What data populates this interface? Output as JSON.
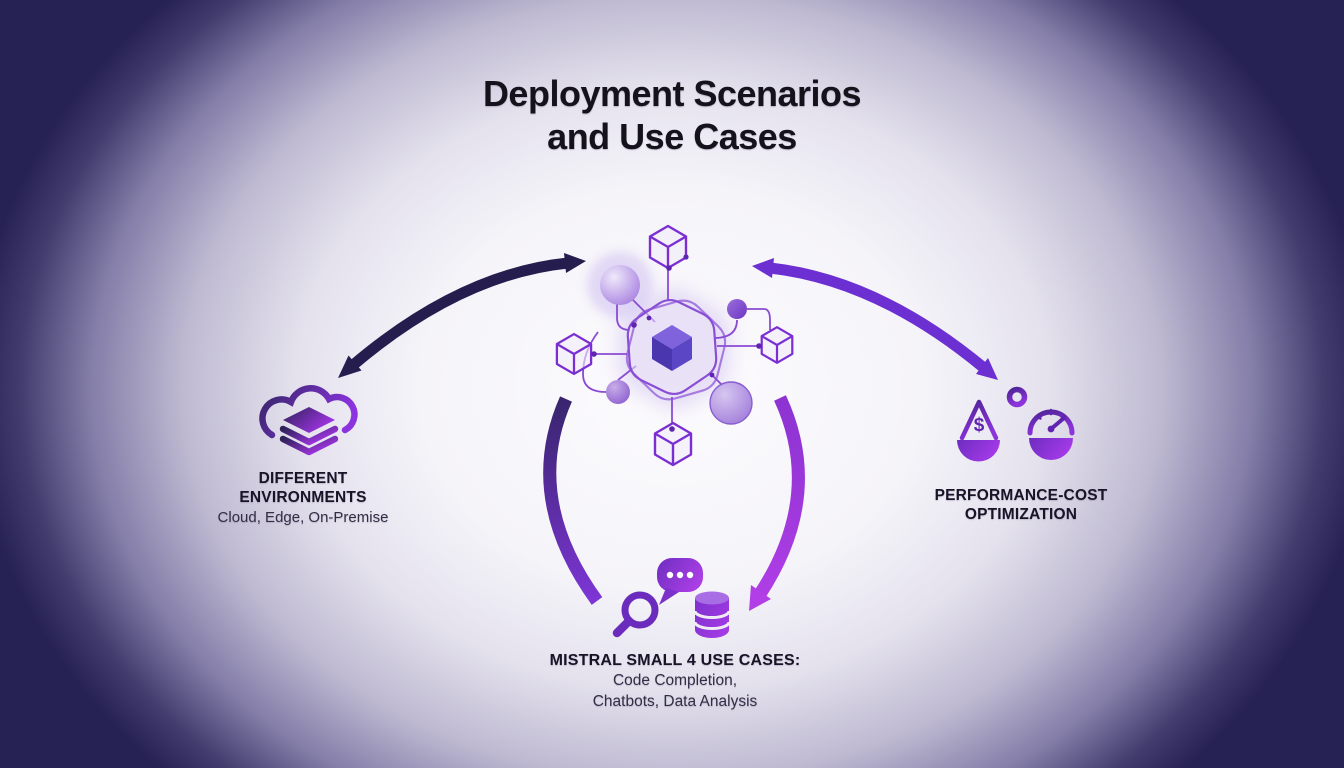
{
  "title": {
    "line1": "Deployment Scenarios",
    "line2": "and Use Cases"
  },
  "center_illustration": {
    "icon": "model-network-icon"
  },
  "nodes": {
    "environments": {
      "icon": "cloud-layers-icon",
      "heading_line1": "DIFFERENT",
      "heading_line2": "ENVIRONMENTS",
      "subtitle": "Cloud, Edge, On-Premise"
    },
    "optimization": {
      "icon": "scale-balance-icon",
      "currency_symbol": "$",
      "heading_line1": "PERFORMANCE-COST",
      "heading_line2": "OPTIMIZATION"
    },
    "use_cases": {
      "icons": [
        "magnifier-icon",
        "chat-bubble-icon",
        "database-icon"
      ],
      "heading": "MISTRAL SMALL 4 USE CASES:",
      "subtitle_line1": "Code Completion,",
      "subtitle_line2": "Chatbots, Data Analysis"
    }
  },
  "colors": {
    "background_corner": "#272254",
    "background_center": "#fcfbfd",
    "arrow_dark": "#261d4f",
    "arrow_violet": "#6b2fd2",
    "arc_left_gradient": [
      "#38256e",
      "#7e35d6"
    ],
    "arc_right_gradient": [
      "#8c33d2",
      "#b13ee6"
    ],
    "icon_outline_purple": "#7b2fd3",
    "title_text": "#15121c"
  }
}
